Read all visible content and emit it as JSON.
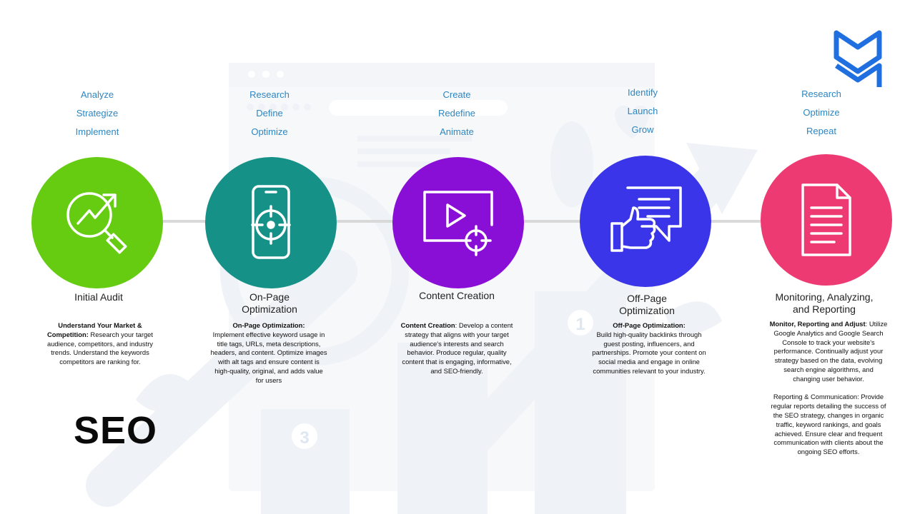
{
  "slide_title": "SEO",
  "colors": {
    "initial_audit": "#66cc11",
    "on_page": "#169188",
    "content_creation": "#8a0fd6",
    "off_page": "#3a35e8",
    "monitoring": "#ee3a73",
    "keyword_blue": "#2e86c1",
    "logo_blue": "#1f6fe0"
  },
  "steps": [
    {
      "keywords": [
        "Analyze",
        "Strategize",
        "Implement"
      ],
      "icon": "growth-chart-magnifier-icon",
      "title": "Initial Audit",
      "desc_bold": "Understand Your Market & Competition:",
      "desc_text": " Research your target audience, competitors, and industry trends. Understand the keywords competitors are ranking for."
    },
    {
      "keywords": [
        "Research",
        "Define",
        "Optimize"
      ],
      "icon": "mobile-target-icon",
      "title": "On-Page Optimization",
      "desc_bold": "On-Page Optimization:",
      "desc_text": "Implement effective keyword usage in title tags, URLs, meta descriptions, headers, and content. Optimize images with alt tags and ensure content is high-quality, original, and adds value for users"
    },
    {
      "keywords": [
        "Create",
        "Redefine",
        "Animate"
      ],
      "icon": "video-target-icon",
      "title": "Content Creation",
      "desc_bold": "Content Creation",
      "desc_text": ": Develop a content strategy that aligns with your target audience's interests and search behavior. Produce regular, quality content that is engaging, informative, and SEO-friendly."
    },
    {
      "keywords": [
        "Identify",
        "Launch",
        "Grow"
      ],
      "icon": "chat-thumbs-up-icon",
      "title": "Off-Page Optimization",
      "desc_bold": "Off-Page Optimization:",
      "desc_text": "Build high-quality backlinks through guest posting, influencers, and partnerships. Promote your content on social media and engage in online communities relevant to your industry."
    },
    {
      "keywords": [
        "Research",
        "Optimize",
        "Repeat"
      ],
      "icon": "document-icon",
      "title": "Monitoring, Analyzing, and Reporting",
      "desc_bold": "Monitor, Reporting and Adjust",
      "desc_text": ": Utilize Google Analytics and Google Search Console to track your website's performance. Continually adjust your strategy based on the data, evolving search engine algorithms, and changing user behavior.",
      "desc_text_2": "Reporting & Communication: Provide regular reports detailing the success of the SEO strategy, changes in organic traffic, keyword rankings, and goals achieved. Ensure clear and frequent communication with clients about the ongoing SEO efforts."
    }
  ],
  "background": {
    "podium_1": "1",
    "podium_3": "3"
  }
}
